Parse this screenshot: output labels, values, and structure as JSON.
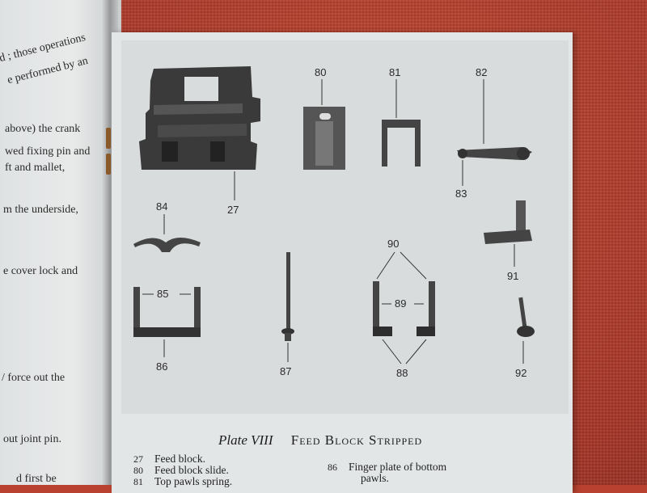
{
  "left_page": {
    "lines": [
      "d ; those operations",
      "e performed by an",
      "above) the crank",
      "wed fixing pin and",
      "ft and mallet,",
      "m the underside,",
      "e cover lock and",
      "/ force out the",
      "out joint pin.",
      "d first be"
    ]
  },
  "plate": {
    "part_numbers": [
      "80",
      "81",
      "82",
      "27",
      "83",
      "84",
      "91",
      "90",
      "85",
      "89",
      "86",
      "87",
      "88",
      "92"
    ]
  },
  "caption": {
    "plate_number": "Plate VIII",
    "title": "Feed Block Stripped"
  },
  "legend": {
    "left": [
      {
        "num": "27",
        "text": "Feed block."
      },
      {
        "num": "80",
        "text": "Feed block slide."
      },
      {
        "num": "81",
        "text": "Top pawls spring."
      }
    ],
    "right": {
      "num": "86",
      "text": "Finger plate of bottom",
      "text2": "pawls."
    }
  }
}
